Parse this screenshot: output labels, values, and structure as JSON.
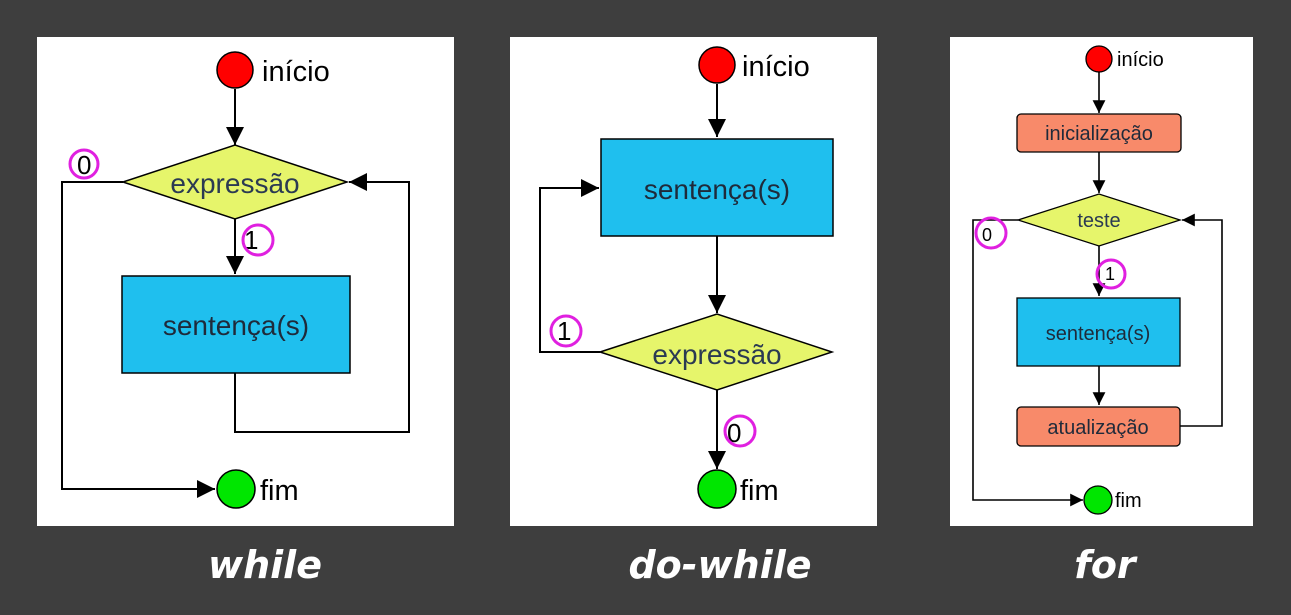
{
  "colors": {
    "background": "#3e3e3e",
    "start_node": "#ff0000",
    "end_node": "#00e600",
    "decision": "#e6f56b",
    "process": "#1fbfee",
    "for_step": "#f88a6a",
    "marker": "#e020e0"
  },
  "panels": {
    "while": {
      "caption": "while",
      "start": "início",
      "decision": "expressão",
      "body": "sentença(s)",
      "end": "fim",
      "false_label": "0",
      "true_label": "1"
    },
    "do_while": {
      "caption": "do-while",
      "start": "início",
      "body": "sentença(s)",
      "decision": "expressão",
      "end": "fim",
      "true_label": "1",
      "false_label": "0"
    },
    "for": {
      "caption": "for",
      "start": "início",
      "init": "inicialização",
      "decision": "teste",
      "body": "sentença(s)",
      "update": "atualização",
      "end": "fim",
      "false_label": "0",
      "true_label": "1"
    }
  }
}
